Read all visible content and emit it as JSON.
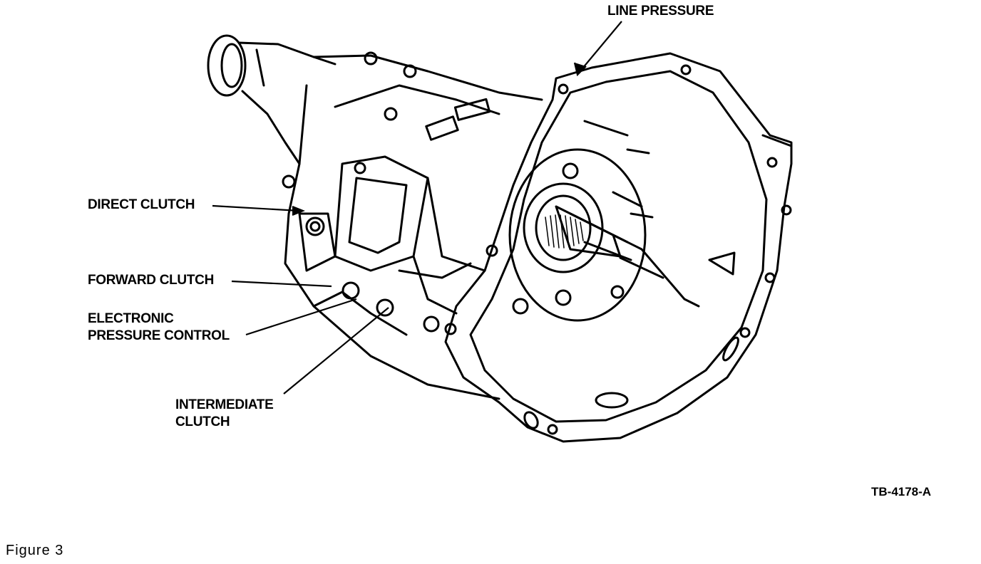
{
  "labels": {
    "line_pressure": "LINE PRESSURE",
    "direct_clutch": "DIRECT CLUTCH",
    "forward_clutch": "FORWARD CLUTCH",
    "electronic_pressure_control_1": "ELECTRONIC",
    "electronic_pressure_control_2": "PRESSURE CONTROL",
    "intermediate_clutch_1": "INTERMEDIATE",
    "intermediate_clutch_2": "CLUTCH"
  },
  "reference_code": "TB-4178-A",
  "caption": "Figure  3"
}
